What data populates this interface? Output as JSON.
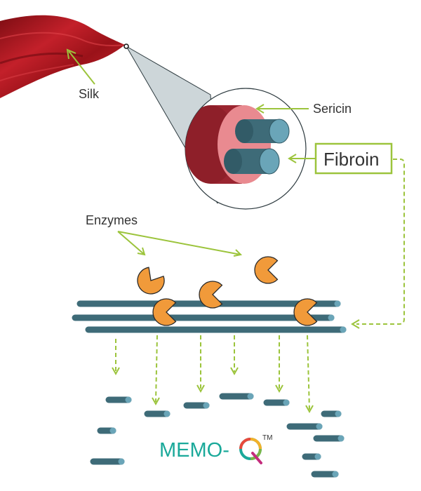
{
  "labels": {
    "silk": "Silk",
    "sericin": "Sericin",
    "fibroin": "Fibroin",
    "enzymes": "Enzymes"
  },
  "logo": {
    "prefix": "MEMO-",
    "letter": "Q",
    "trademark": "TM"
  },
  "colors": {
    "silk_red": "#b0161f",
    "sericin_dark": "#9a2530",
    "sericin_light": "#e98a90",
    "fibroin_teal": "#3e6b78",
    "fibroin_teal_light": "#6aa5b8",
    "enzyme_orange": "#f19a3a",
    "arrow_green": "#9cc43c",
    "logo_teal": "#1aa99a",
    "callout_fill": "#cdd6d9"
  }
}
